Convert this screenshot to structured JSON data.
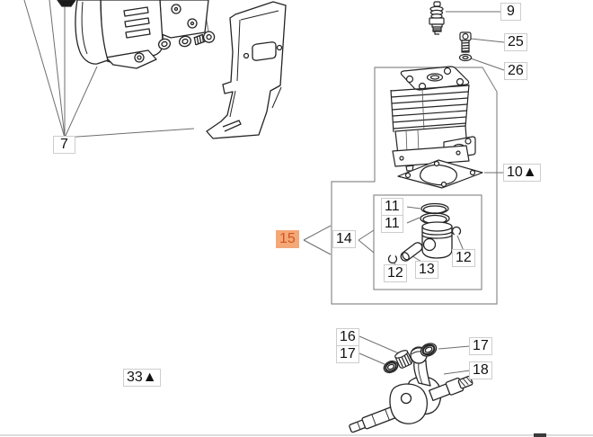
{
  "diagram_title": "engine-exploded-parts-diagram",
  "labels": {
    "part7": "7",
    "part9": "9",
    "part25": "25",
    "part26": "26",
    "part10": "10▲",
    "part11a": "11",
    "part11b": "11",
    "part14": "14",
    "part15": "15",
    "part12a": "12",
    "part13": "13",
    "part12b": "12",
    "part16": "16",
    "part17a": "17",
    "part17b": "17",
    "part18": "18",
    "part33": "33▲"
  },
  "highlight": {
    "selected_part": "15",
    "background": "#F4A878",
    "text_color": "#D4551F"
  },
  "colors": {
    "line_art": "#242424",
    "leader_line": "#6e6e6e",
    "group_box": "#8c8c8c",
    "label_border": "#cdcdcd",
    "bottom_bar": "#dcdcdc",
    "bottom_tick": "#3a3a3a"
  },
  "part_drawings": [
    "muffler",
    "muffler-washers-and-screw",
    "heat-shield",
    "spark-plug",
    "cylinder-bolt",
    "cylinder-washer",
    "cylinder",
    "cylinder-gasket",
    "piston-ring-top",
    "piston-ring-bottom",
    "piston",
    "wrist-pin",
    "circlip-left",
    "circlip-right",
    "needle-bearing",
    "crank-washer-left",
    "crank-washer-right",
    "crankshaft"
  ]
}
